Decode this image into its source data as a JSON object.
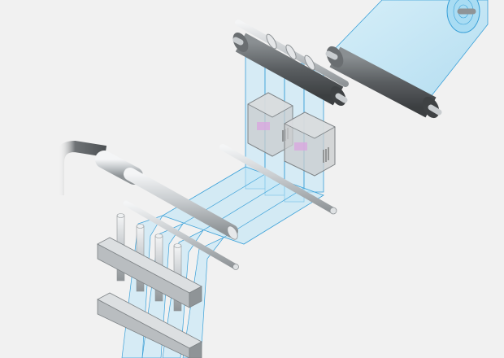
{
  "diagram": {
    "caption": "",
    "palette": {
      "background": "#f1f1f1",
      "film_fill": "#bfe6f7",
      "film_stroke": "#3aa0d8",
      "steel_light": "#e4e6e8",
      "steel_dark": "#8f9497",
      "rubber_roller": "#5c6063",
      "sensor_housing": "#c9ccce",
      "sensor_window": "#d9a8e0"
    },
    "components": [
      {
        "name": "film-supply-roll"
      },
      {
        "name": "rubber-nip-roller"
      },
      {
        "name": "slitter-knife-shaft"
      },
      {
        "name": "inspection-sensor-head-1"
      },
      {
        "name": "inspection-sensor-head-2"
      },
      {
        "name": "idler-roller"
      },
      {
        "name": "air-bar-nozzle"
      },
      {
        "name": "guide-bar"
      },
      {
        "name": "comb-guide-rack"
      },
      {
        "name": "vertical-guide-pins"
      }
    ]
  }
}
